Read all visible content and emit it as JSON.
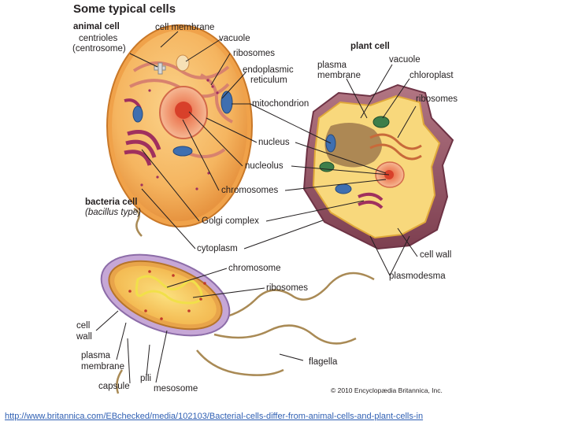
{
  "title": "Some typical cells",
  "animal_cell": {
    "heading": "animal cell",
    "labels": {
      "cell_membrane": "cell membrane",
      "centrioles": "centrioles",
      "centrosome": "(centrosome)",
      "vacuole": "vacuole",
      "ribosomes": "ribosomes",
      "er_1": "endoplasmic",
      "er_2": "reticulum",
      "mitochondrion": "mitochondrion",
      "nucleus": "nucleus",
      "nucleolus": "nucleolus",
      "chromosomes": "chromosomes",
      "golgi": "Golgi complex",
      "cytoplasm": "cytoplasm"
    }
  },
  "plant_cell": {
    "heading": "plant cell",
    "labels": {
      "plasma_1": "plasma",
      "plasma_2": "membrane",
      "vacuole": "vacuole",
      "chloroplast": "chloroplast",
      "ribosomes": "ribosomes",
      "cell_wall": "cell wall",
      "plasmodesma": "plasmodesma"
    }
  },
  "bacteria_cell": {
    "heading": "bacteria cell",
    "subheading": "(bacillus type)",
    "labels": {
      "chromosome": "chromosome",
      "ribosomes": "ribosomes",
      "cell_wall_1": "cell",
      "cell_wall_2": "wall",
      "plasma_1": "plasma",
      "plasma_2": "membrane",
      "capsule": "capsule",
      "pili": "pili",
      "mesosome": "mesosome",
      "flagella": "flagella"
    }
  },
  "copyright": "© 2010 Encyclopædia Britannica, Inc.",
  "source_url": "http://www.britannica.com/EBchecked/media/102103/Bacterial-cells-differ-from-animal-cells-and-plant-cells-in"
}
